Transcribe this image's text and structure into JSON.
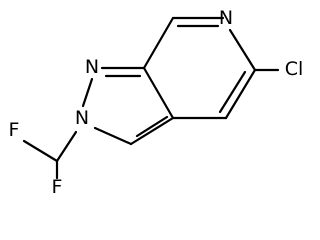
{
  "molecule": {
    "atoms": {
      "n_pyridine": "N",
      "n_pyrazole_1": "N",
      "n_pyrazole_2": "N",
      "chlorine": "Cl",
      "fluorine_1": "F",
      "fluorine_2": "F"
    }
  }
}
